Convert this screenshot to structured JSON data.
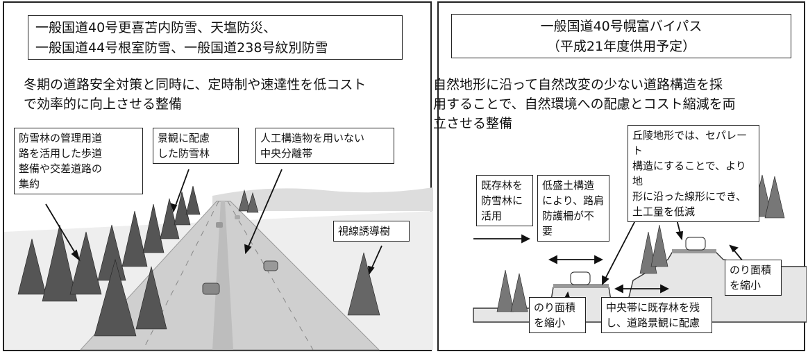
{
  "left": {
    "title_line1": "一般国道40号更喜苫内防雪、天塩防災、",
    "title_line2": "一般国道44号根室防雪、一般国道238号紋別防雪",
    "description": "冬期の道路安全対策と同時に、定時制や速達性を低コスト\nで効率的に向上させる整備",
    "labels": {
      "snowbreak_forest_road": "防雪林の管理用道\n路を活用した歩道\n整備や交差道路の\n集約",
      "scenery_forest": "景観に配慮\nした防雪林",
      "median": "人工構造物を用いない\n中央分離帯",
      "guide_trees": "視線誘導樹"
    }
  },
  "right": {
    "title_line1": "一般国道40号幌富バイパス",
    "title_line2": "（平成21年度供用予定）",
    "description": "自然地形に沿って自然改変の少ない道路構造を採\n用することで、自然環境への配慮とコスト縮減を両\n立させる整備",
    "labels": {
      "hills": "丘陵地形では、セパレート\n構造にすることで、より地\n形に沿った線形にでき、\n土工量を低減",
      "existing_forest": "既存林を\n防雪林に\n活用",
      "low_embankment": "低盛土構造\nにより、路肩\n防護柵が不\n要",
      "slope_area_left": "のり面積\nを縮小",
      "median_forest": "中央帯に既存林を残\nし、道路景観に配慮",
      "slope_area_right": "のり面積\nを縮小"
    }
  }
}
